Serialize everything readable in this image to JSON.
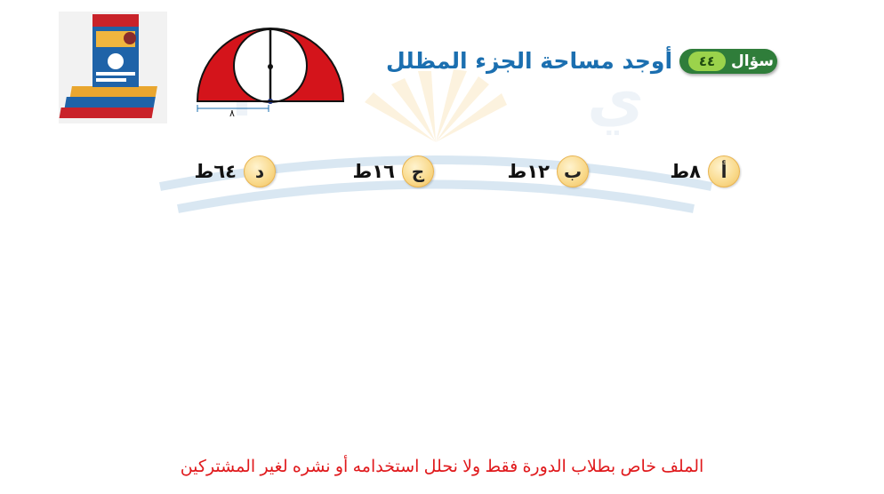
{
  "question": {
    "label": "سؤال",
    "number": "٤٤",
    "text": "أوجد مساحة الجزء المظلل"
  },
  "figure": {
    "radius_label": "٨"
  },
  "options": [
    {
      "letter": "أ",
      "value": "٨ط"
    },
    {
      "letter": "ب",
      "value": "١٢ط"
    },
    {
      "letter": "ج",
      "value": "١٦ط"
    },
    {
      "letter": "د",
      "value": "٦٤ط"
    }
  ],
  "footer": {
    "note": "الملف خاص بطلاب الدورة فقط ولا نحلل استخدامه أو نشره لغير المشتركين"
  },
  "colors": {
    "shaded": "#d4141b",
    "title": "#1b6fb0",
    "badge": "#2f7d3a",
    "badge_number": "#9bd34b",
    "option_circle": "#f9d98a",
    "footer_text": "#e0191c"
  }
}
